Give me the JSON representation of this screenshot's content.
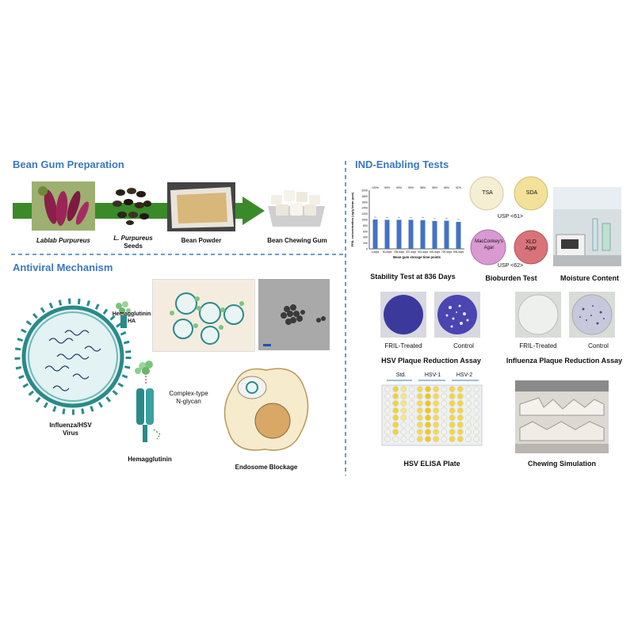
{
  "sections": {
    "bean_gum": "Bean Gum Preparation",
    "antiviral": "Antiviral Mechanism",
    "ind": "IND-Enabling Tests"
  },
  "prep_steps": [
    {
      "label": "Lablab Purpureus"
    },
    {
      "label_line1": "L. Purpureus",
      "label_line2": "Seeds"
    },
    {
      "label": "Bean Powder"
    },
    {
      "label": "Bean Chewing Gum"
    }
  ],
  "antiviral": {
    "hemagglutinin_ha_line1": "Hemagglutinin",
    "hemagglutinin_ha_line2": "HA",
    "virus_line1": "Influenza/HSV",
    "virus_line2": "Virus",
    "complex_line1": "Complex-type",
    "complex_line2": "N-glycan",
    "hemagglutinin": "Hemagglutinin",
    "endosome": "Endosome Blockage"
  },
  "stability": {
    "caption": "Stability Test at 836 Days",
    "chart_data": {
      "type": "bar",
      "categories": [
        "4-days",
        "50-days",
        "206-days",
        "307-days",
        "515-days",
        "600-days",
        "700-days",
        "836-days"
      ],
      "values": [
        1000,
        990,
        990,
        990,
        980,
        950,
        960,
        920
      ],
      "percent_labels": [
        "100%",
        "99%",
        "99%",
        "99%",
        "98%",
        "95%",
        "96%",
        "92%"
      ],
      "yticks": [
        "0",
        "200",
        "400",
        "600",
        "800",
        "1000",
        "1200",
        "1400",
        "1600",
        "1800",
        "2000"
      ],
      "ylim": [
        0,
        2000
      ],
      "ylabel": "FRIL concentration (ug/g bean gum)",
      "xlabel": "Bean gum storage time points",
      "color": "#4472c4"
    }
  },
  "bioburden": {
    "caption": "Bioburden Test",
    "dish_tsa": "TSA",
    "dish_sda": "SDA",
    "usp61": "USP <61>",
    "dish_mac_line1": "MacConkey's",
    "dish_mac_line2": "Agar",
    "dish_xld_line1": "XLD",
    "dish_xld_line2": "Agar",
    "usp62": "USP <62>"
  },
  "moisture": {
    "caption": "Moisture Content"
  },
  "hsv_plaque": {
    "treated": "FRIL-Treated",
    "control": "Control",
    "caption": "HSV Plaque Reduction Assay"
  },
  "flu_plaque": {
    "treated": "FRIL-Treated",
    "control": "Control",
    "caption": "Influenza Plaque Reduction Assay"
  },
  "elisa": {
    "std": "Std.",
    "hsv1": "HSV-1",
    "hsv2": "HSV-2",
    "caption": "HSV ELISA Plate"
  },
  "chewing": {
    "caption": "Chewing Simulation"
  },
  "colors": {
    "accent": "#3a78c2",
    "arrow_green": "#3a8a2a",
    "virus_teal": "#2a8a8a",
    "bar_blue": "#4472c4"
  }
}
